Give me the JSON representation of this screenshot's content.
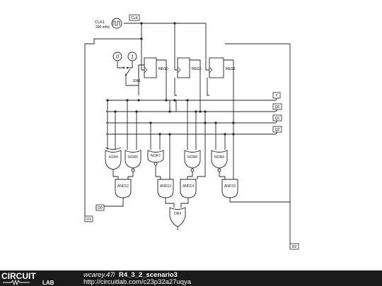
{
  "clock": {
    "name": "CLK1",
    "freq": "200 mHz",
    "net_label": "CLK"
  },
  "switch": {
    "name": "SW1",
    "opt0": "0",
    "opt1": "1"
  },
  "registers": [
    "REG0",
    "REG1",
    "REG2"
  ],
  "bus_labels": [
    "Y",
    "Q0",
    "Q1",
    "Q2"
  ],
  "gates": {
    "xor": "XOR4",
    "nor5": "NOR5",
    "nor7": "NOR7",
    "nor8": "NOR8",
    "nor9": "NOR9",
    "and12": "AND12",
    "and13": "AND13",
    "and14": "AND14",
    "and15": "AND15",
    "or4": "OR4"
  },
  "outputs": {
    "d0": "D0",
    "d1": "D1",
    "d2": "D2"
  },
  "footer": {
    "logo_top": "CIRCUIT",
    "logo_bottom": "LAB",
    "author": "wcarey.47",
    "separator": "/",
    "title": "R4_3_2_scenario3",
    "url": "http://circuitlab.com/c23p32a27uqya"
  }
}
